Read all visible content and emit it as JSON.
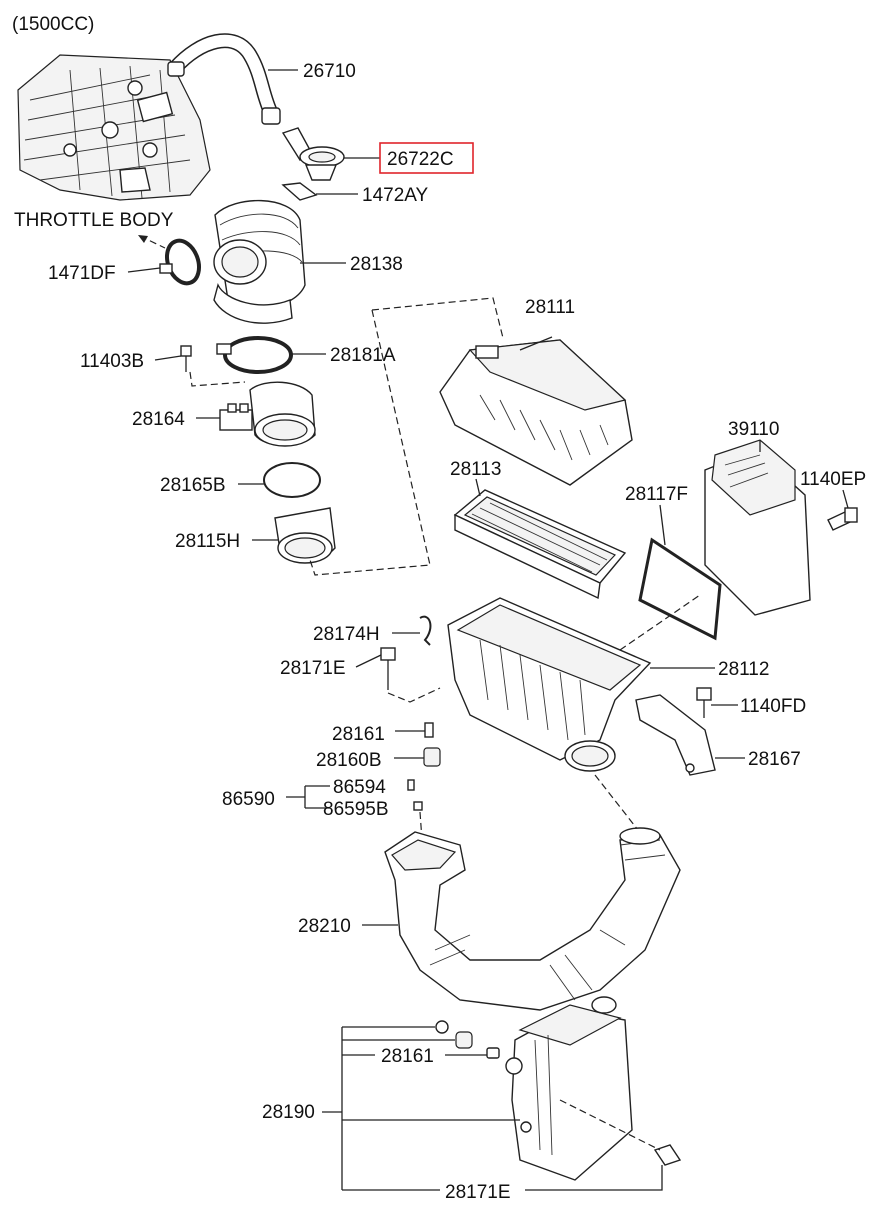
{
  "header": {
    "engine": "(1500CC)"
  },
  "notes": {
    "throttle_body": "THROTTLE BODY"
  },
  "highlight": {
    "part": "26722C",
    "color": "#e0242b"
  },
  "labels": {
    "p26710": "26710",
    "p26722C": "26722C",
    "p1472AY": "1472AY",
    "p1471DF": "1471DF",
    "p28138": "28138",
    "p11403B": "11403B",
    "p28181A": "28181A",
    "p28164": "28164",
    "p28165B": "28165B",
    "p28115H": "28115H",
    "p28111": "28111",
    "p28113": "28113",
    "p39110": "39110",
    "p1140EP": "1140EP",
    "p28117F": "28117F",
    "p28174H": "28174H",
    "p28171E_top": "28171E",
    "p28112": "28112",
    "p1140FD": "1140FD",
    "p28161_top": "28161",
    "p28160B": "28160B",
    "p28167": "28167",
    "p86590": "86590",
    "p86594": "86594",
    "p86595B": "86595B",
    "p28210": "28210",
    "p28161_bottom": "28161",
    "p28190": "28190",
    "p28171E_bottom": "28171E"
  }
}
